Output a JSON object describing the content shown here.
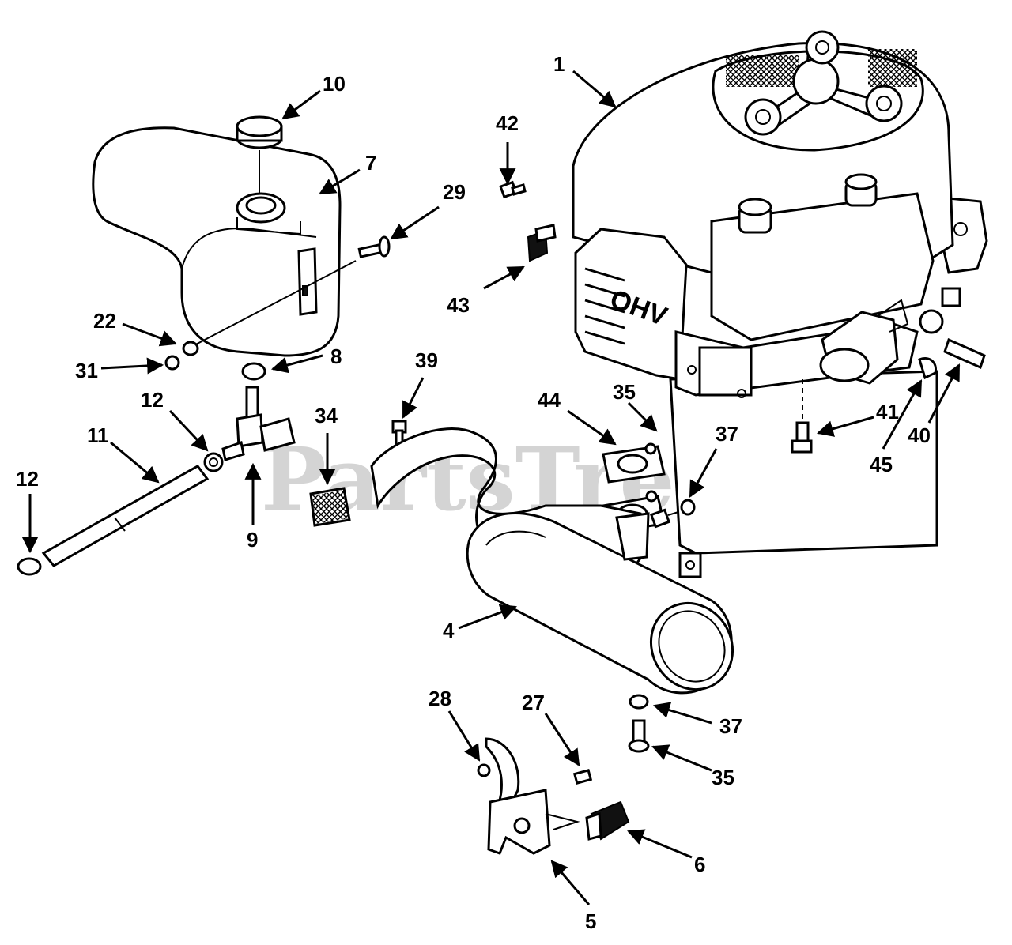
{
  "watermark": "PartsTree",
  "watermark_tm": "™",
  "engine_marking": "OHV",
  "callouts": [
    {
      "id": "c1",
      "label": "1"
    },
    {
      "id": "c10",
      "label": "10"
    },
    {
      "id": "c7",
      "label": "7"
    },
    {
      "id": "c29",
      "label": "29"
    },
    {
      "id": "c42",
      "label": "42"
    },
    {
      "id": "c43",
      "label": "43"
    },
    {
      "id": "c22",
      "label": "22"
    },
    {
      "id": "c31",
      "label": "31"
    },
    {
      "id": "c8",
      "label": "8"
    },
    {
      "id": "c39",
      "label": "39"
    },
    {
      "id": "c12a",
      "label": "12"
    },
    {
      "id": "c11",
      "label": "11"
    },
    {
      "id": "c34",
      "label": "34"
    },
    {
      "id": "c12b",
      "label": "12"
    },
    {
      "id": "c9",
      "label": "9"
    },
    {
      "id": "c44",
      "label": "44"
    },
    {
      "id": "c35a",
      "label": "35"
    },
    {
      "id": "c37a",
      "label": "37"
    },
    {
      "id": "c41",
      "label": "41"
    },
    {
      "id": "c45",
      "label": "45"
    },
    {
      "id": "c40",
      "label": "40"
    },
    {
      "id": "c4",
      "label": "4"
    },
    {
      "id": "c28",
      "label": "28"
    },
    {
      "id": "c27",
      "label": "27"
    },
    {
      "id": "c37b",
      "label": "37"
    },
    {
      "id": "c35b",
      "label": "35"
    },
    {
      "id": "c6",
      "label": "6"
    },
    {
      "id": "c5",
      "label": "5"
    }
  ]
}
